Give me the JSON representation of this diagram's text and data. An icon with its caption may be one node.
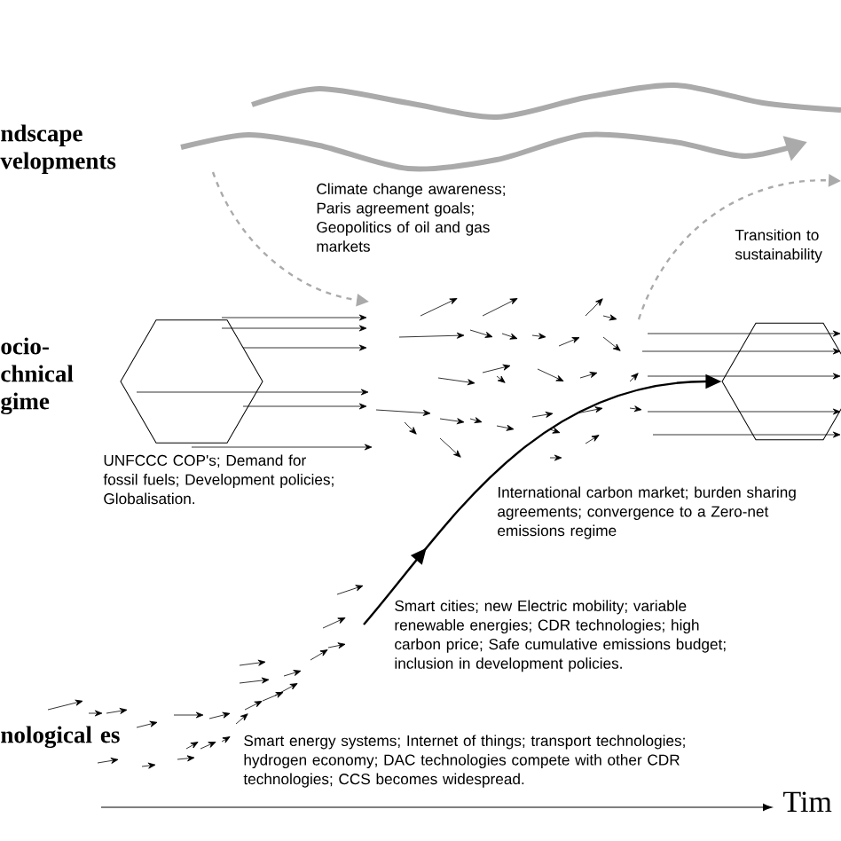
{
  "diagram": {
    "nodes": [
      {
        "text": [],
        "shape": "hexagon",
        "beside": [
          "UNFCCC COP's; Demand for fossil fuels; Development policies; Globalisation."
        ]
      },
      {
        "text": [],
        "shape": "hexagon"
      }
    ],
    "edges": [
      {
        "from": null,
        "to": 1,
        "arrow": "to"
      }
    ],
    "labels": [
      "ndscape velopments",
      "Climate change awareness; Paris agreement goals; Geopolitics of oil and gas markets",
      "Transition to sustainability",
      "ocio- chnical gime",
      "International carbon market; burden sharing agreements; convergence to a Zero-net emissions regime",
      "Smart cities; new Electric mobility; variable renewable energies; CDR technologies; high carbon price; Safe cumulative emissions budget; inclusion in development policies.",
      "nological es",
      "Smart energy systems; Internet of things; transport technologies; hydrogen economy; DAC technologies compete with other CDR technologies; CCS becomes widespread.",
      "Tim"
    ]
  }
}
